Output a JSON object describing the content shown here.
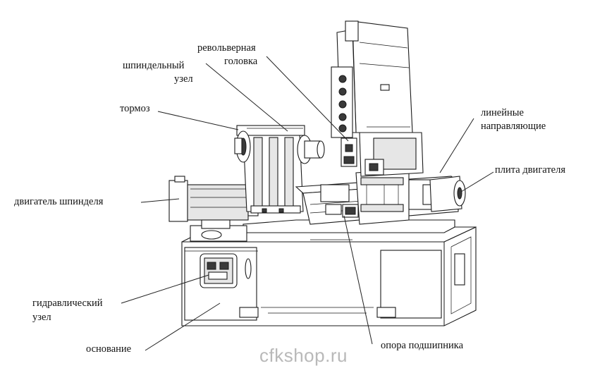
{
  "labels": {
    "turret_1": "револьверная",
    "turret_2": "головка",
    "spindle_unit_1": "шпиндельный",
    "spindle_unit_2": "узел",
    "brake": "тормоз",
    "linear_guides_1": "линейные",
    "linear_guides_2": "направляющие",
    "motor_plate": "плита двигателя",
    "spindle_motor": "двигатель шпинделя",
    "hydraulic_unit_1": "гидравлический",
    "hydraulic_unit_2": "узел",
    "base": "основание",
    "bearing_support": "опора подшипника"
  },
  "watermark": "cfkshop.ru"
}
